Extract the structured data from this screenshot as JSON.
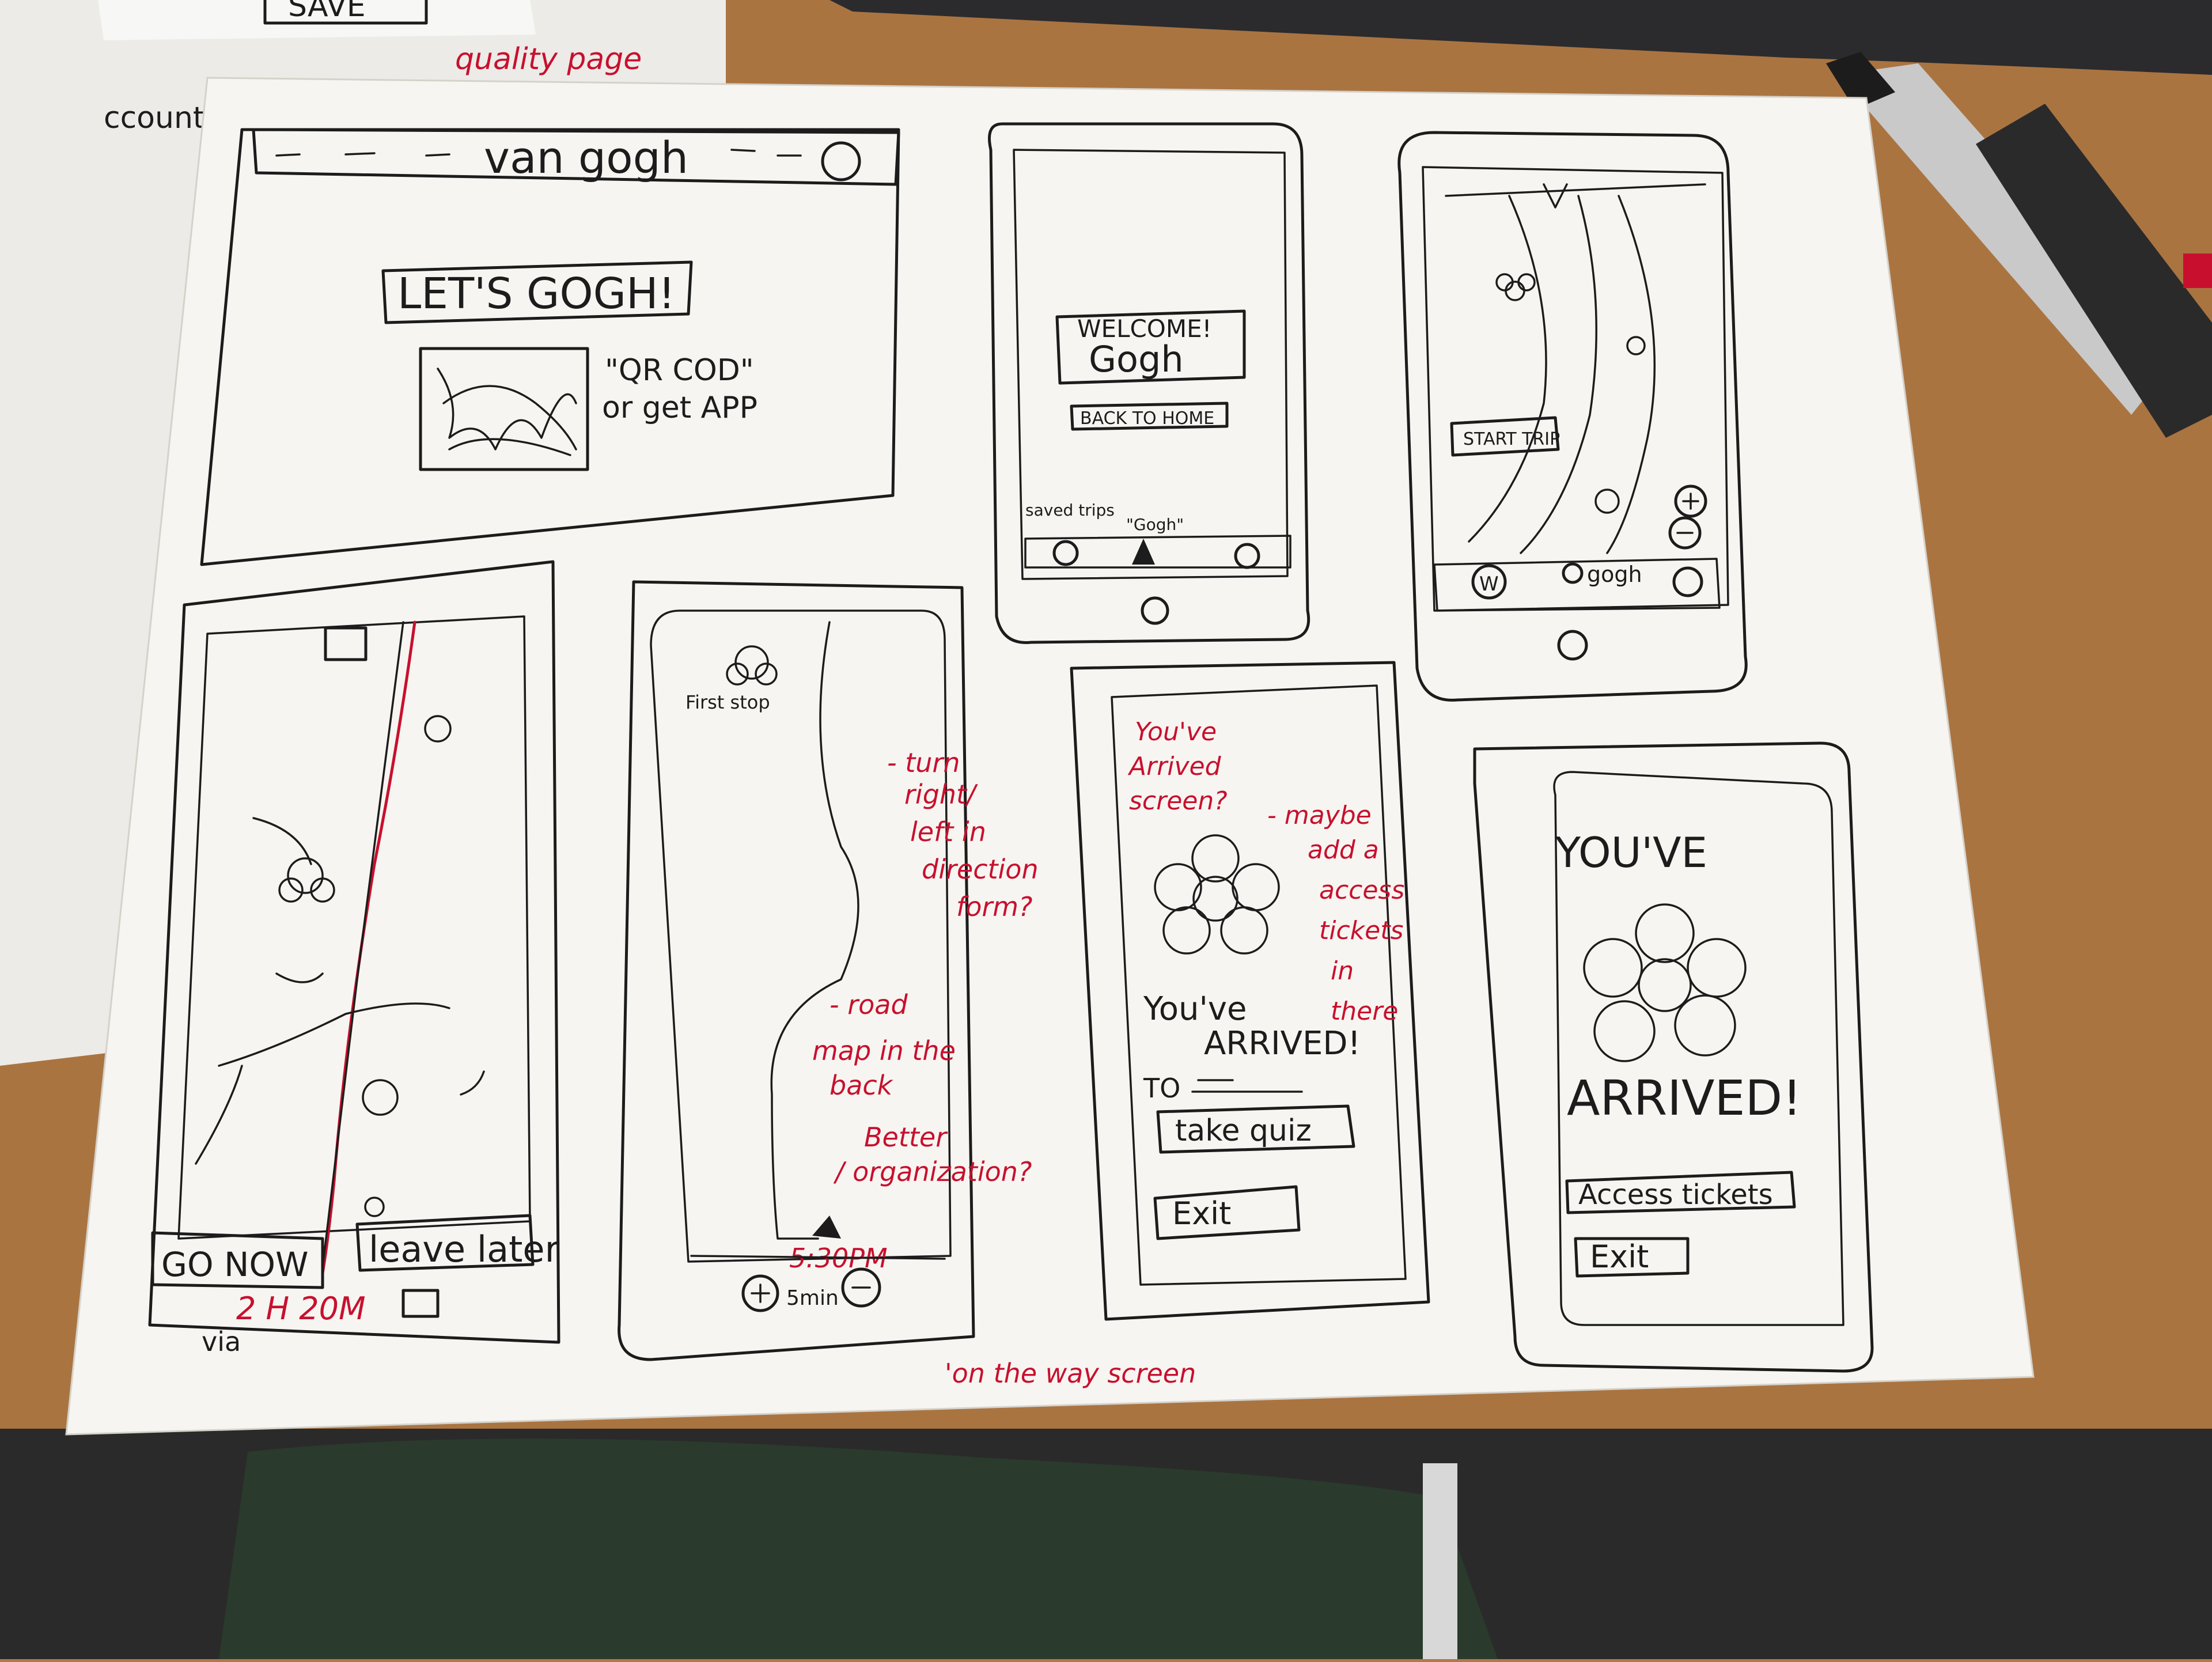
{
  "colors": {
    "desk": "#b07a45",
    "paper": "#f4f3ef",
    "ink": "#1c1c1c",
    "red_ink": "#c8102e",
    "chair": "#2a3a2c",
    "laptop": "#2b2b2e"
  },
  "bg_sheet": {
    "save_label": "SAVE",
    "red_note": "quality page",
    "side_text": "ccount"
  },
  "desktop_sketch": {
    "title": "van gogh",
    "button_label": "LET'S GOGH!",
    "qr_caption_line1": "\"QR COD\"",
    "qr_caption_line2": "or get APP"
  },
  "phone_welcome": {
    "welcome_line1": "WELCOME!",
    "welcome_line2": "Gogh",
    "back_button": "BACK TO HOME",
    "nav_label_saved": "saved trips",
    "nav_label_gogh": "\"Gogh\""
  },
  "phone_map": {
    "start_button": "START TRIP",
    "nav_label": "gogh",
    "w_icon": "W"
  },
  "phone_route": {
    "go_now": "GO NOW",
    "leave_later": "leave later",
    "duration": "2 H 20M",
    "via": "via"
  },
  "phone_onway": {
    "first_stop": "First stop",
    "time": "5:30PM",
    "minutes": "5min",
    "bottom_note": "'on the way screen",
    "note_turn": [
      "- turn",
      "right/",
      "left in",
      "direction",
      "form?"
    ],
    "note_road": [
      "- road",
      "map in the",
      "back"
    ],
    "note_better": [
      "Better",
      "/ organization?"
    ]
  },
  "phone_arrived1": {
    "red_note": [
      "You've",
      "Arrived",
      "screen?"
    ],
    "maybe_note": [
      "- maybe",
      "add a",
      "access",
      "tickets",
      "in",
      "there"
    ],
    "arrived_line1": "You've",
    "arrived_line2": "ARRIVED!",
    "to_label": "TO",
    "quiz_button": "take quiz",
    "exit_button": "Exit"
  },
  "phone_arrived2": {
    "header": "YOU'VE",
    "arrived": "ARRIVED!",
    "tickets_button": "Access tickets",
    "exit_button": "Exit"
  }
}
